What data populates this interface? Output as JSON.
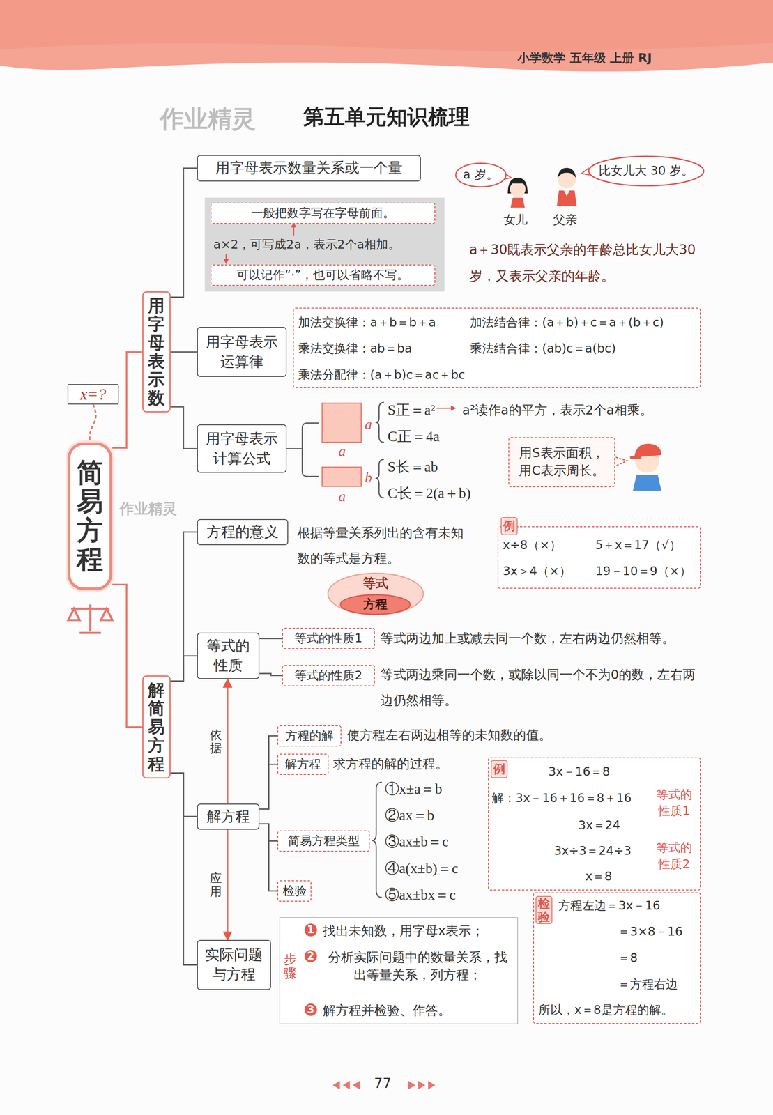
{
  "diagram": {
    "title": "第五单元知识梳理",
    "nodes": [
      {
        "text": [
          "x=?"
        ]
      },
      {
        "text": [
          "简易方程"
        ]
      },
      {
        "text": [
          "用字母表示数"
        ]
      },
      {
        "text": [
          "解简易方程"
        ]
      },
      {
        "text": [
          "用字母表示数量关系或一个量"
        ]
      },
      {
        "text": [
          "a×2，可写成2a，表示2个a相加。"
        ]
      },
      {
        "text": [
          "一般把数字写在字母前面。"
        ],
        "in": 5
      },
      {
        "text": [
          "可以记作“·”，也可以省略不写。"
        ],
        "in": 5
      },
      {
        "text": [
          "a 岁。"
        ]
      },
      {
        "text": [
          "比女儿大 30 岁。"
        ]
      },
      {
        "text": [
          "用字母表示运算律"
        ]
      },
      {
        "text": [
          "加法交换律：a＋b＝b＋a",
          "加法结合律：(a＋b)＋c＝a＋(b＋c)",
          "乘法交换律：ab＝ba",
          "乘法结合律：(ab)c＝a(bc)",
          "乘法分配律：(a＋b)c＝ac＋bc"
        ]
      },
      {
        "text": [
          "用字母表示计算公式"
        ]
      },
      {
        "text": [
          "用S表示面积，用C表示周长。"
        ]
      },
      {
        "text": [
          "方程的意义"
        ]
      },
      {
        "text": [
          "例",
          "x÷8（×）",
          "5＋x＝17（√）",
          "3x＞4（×）",
          "19－10＝9（×）"
        ]
      },
      {
        "text": [
          "等式"
        ]
      },
      {
        "text": [
          "方程"
        ],
        "in": 16
      },
      {
        "text": [
          "等式的性质"
        ]
      },
      {
        "text": [
          "等式的性质1"
        ]
      },
      {
        "text": [
          "等式的性质2"
        ]
      },
      {
        "text": [
          "解方程"
        ]
      },
      {
        "text": [
          "方程的解"
        ]
      },
      {
        "text": [
          "解方程"
        ]
      },
      {
        "text": [
          "简易方程类型"
        ]
      },
      {
        "text": [
          "检验"
        ]
      },
      {
        "text": [
          "例",
          "3x－16＝8",
          "解：3x－16＋16＝8＋16",
          "等式的性质1",
          "3x＝24",
          "3x÷3＝24÷3",
          "等式的性质2",
          "x＝8"
        ]
      },
      {
        "text": [
          "检验",
          "方程左边＝3x－16",
          "＝3×8－16",
          "＝8",
          "＝方程右边",
          "所以，x＝8是方程的解。"
        ]
      },
      {
        "text": [
          "实际问题与方程"
        ]
      },
      {
        "text": [
          "步骤",
          "1",
          "找出未知数，用字母x表示；",
          "2",
          "分析实际问题中的数量关系，找出等量关系，列方程；",
          "3",
          "解方程并检验、作答。"
        ]
      }
    ],
    "edges": [
      {
        "from": 1,
        "to": 2,
        "arrow": "none"
      },
      {
        "from": 1,
        "to": 3,
        "arrow": "none"
      },
      {
        "from": 2,
        "to": 4,
        "arrow": "none"
      },
      {
        "from": 2,
        "to": 10,
        "arrow": "none"
      },
      {
        "from": 2,
        "to": 12,
        "arrow": "none"
      },
      {
        "from": 3,
        "to": 14,
        "arrow": "none"
      },
      {
        "from": 3,
        "to": 18,
        "arrow": "none"
      },
      {
        "from": 3,
        "to": 21,
        "arrow": "none"
      },
      {
        "from": 3,
        "to": 28,
        "arrow": "none"
      },
      {
        "from": 18,
        "to": 19,
        "arrow": "none"
      },
      {
        "from": 18,
        "to": 20,
        "arrow": "none"
      },
      {
        "from": 21,
        "to": 22,
        "arrow": "none"
      },
      {
        "from": 21,
        "to": 23,
        "arrow": "none"
      },
      {
        "from": 21,
        "to": 24,
        "arrow": "none"
      },
      {
        "from": 21,
        "to": 25,
        "arrow": "none"
      },
      {
        "from": 21,
        "to": 18,
        "arrow": "to",
        "label": "依据"
      },
      {
        "from": 21,
        "to": 28,
        "arrow": "to",
        "label": "应用"
      },
      {
        "from": 0,
        "to": 1,
        "arrow": "none"
      }
    ],
    "labels": [
      "小学数学 五年级 上册 RJ",
      "作业精灵",
      "作业精灵",
      "女儿",
      "父亲",
      "a＋30既表示父亲的年龄总比女儿大30岁，又表示父亲的年龄。",
      "a",
      "a",
      "S正＝a²",
      "a²读作a的平方，表示2个a相乘。",
      "C正＝4a",
      "b",
      "a",
      "S长＝ab",
      "C长＝2(a＋b)",
      "根据等量关系列出的含有未知数的等式是方程。",
      "等式两边加上或减去同一个数，左右两边仍然相等。",
      "等式两边乘同一个数，或除以同一个不为0的数，左右两边仍然相等。",
      "使方程左右两边相等的未知数的值。",
      "求方程的解的过程。",
      "①x±a＝b",
      "②ax＝b",
      "③ax±b＝c",
      "④a(x±b)＝c",
      "⑤ax±bx＝c",
      "77"
    ]
  }
}
